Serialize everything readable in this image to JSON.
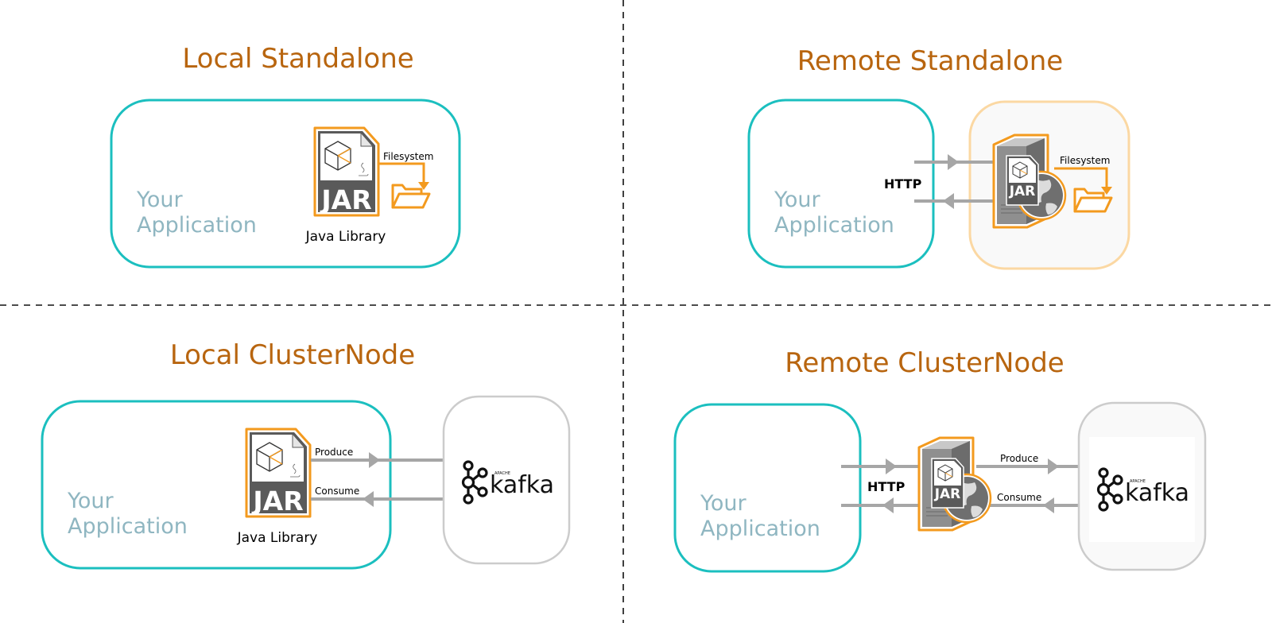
{
  "quadrants": {
    "local_standalone": {
      "title": "Local Standalone",
      "app_line1": "Your",
      "app_line2": "Application",
      "jar_label": "JAR",
      "library_label": "Java Library",
      "filesystem_label": "Filesystem"
    },
    "remote_standalone": {
      "title": "Remote Standalone",
      "app_line1": "Your",
      "app_line2": "Application",
      "http_label": "HTTP",
      "jar_label": "JAR",
      "filesystem_label": "Filesystem"
    },
    "local_clusternode": {
      "title": "Local ClusterNode",
      "app_line1": "Your",
      "app_line2": "Application",
      "jar_label": "JAR",
      "library_label": "Java Library",
      "produce_label": "Produce",
      "consume_label": "Consume",
      "kafka_label": "kafka",
      "apache_label": "APACHE"
    },
    "remote_clusternode": {
      "title": "Remote ClusterNode",
      "app_line1": "Your",
      "app_line2": "Application",
      "http_label": "HTTP",
      "jar_label": "JAR",
      "produce_label": "Produce",
      "consume_label": "Consume",
      "kafka_label": "kafka",
      "apache_label": "APACHE"
    }
  },
  "colors": {
    "title": "#b8650f",
    "app_box": "#1bbfbf",
    "app_text": "#8fb6c1",
    "arrow": "#a6a6a6",
    "orange": "#f39a1e",
    "server_box": "#fbd8a3",
    "kafka_box": "#cccccc",
    "jar_dark": "#5a5a5a"
  }
}
